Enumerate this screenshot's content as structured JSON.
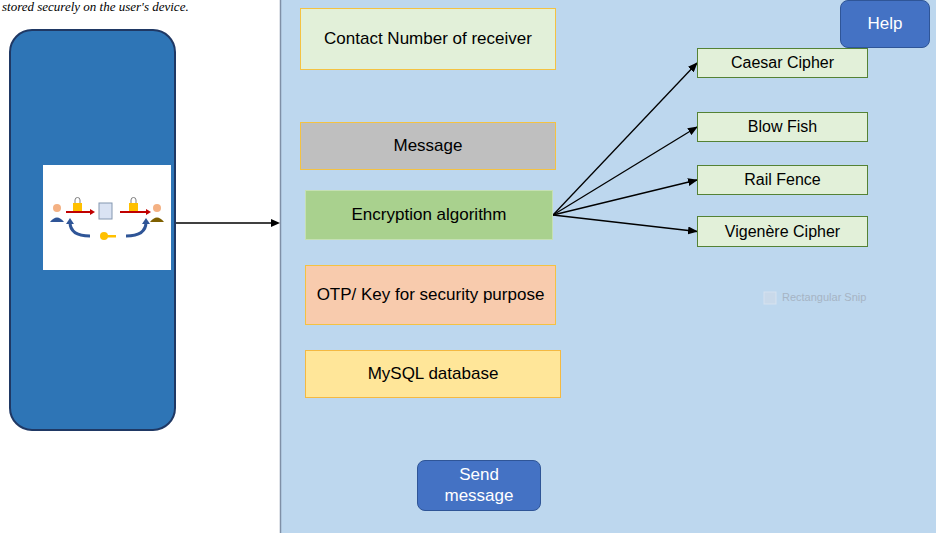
{
  "diagram": {
    "nodes": [
      {
        "text": [
          "Contact Number of receiver"
        ]
      },
      {
        "text": [
          "Message"
        ]
      },
      {
        "text": [
          "Encryption algorithm"
        ]
      },
      {
        "text": [
          "OTP/ Key for security purpose"
        ]
      },
      {
        "text": [
          "MySQL database"
        ]
      },
      {
        "text": [
          "Send message"
        ]
      },
      {
        "text": [
          "Help"
        ]
      },
      {
        "text": [
          "Caesar Cipher"
        ]
      },
      {
        "text": [
          "Blow Fish"
        ]
      },
      {
        "text": [
          "Rail Fence"
        ]
      },
      {
        "text": [
          "Vigenère Cipher"
        ]
      }
    ],
    "edges": [
      {
        "from": 2,
        "to": 7,
        "arrow": "to"
      },
      {
        "from": 2,
        "to": 8,
        "arrow": "to"
      },
      {
        "from": 2,
        "to": 9,
        "arrow": "to"
      },
      {
        "from": 2,
        "to": 10,
        "arrow": "to"
      }
    ],
    "labels": [
      "stored securely on the user's device.",
      "Rectangular Snip"
    ]
  }
}
